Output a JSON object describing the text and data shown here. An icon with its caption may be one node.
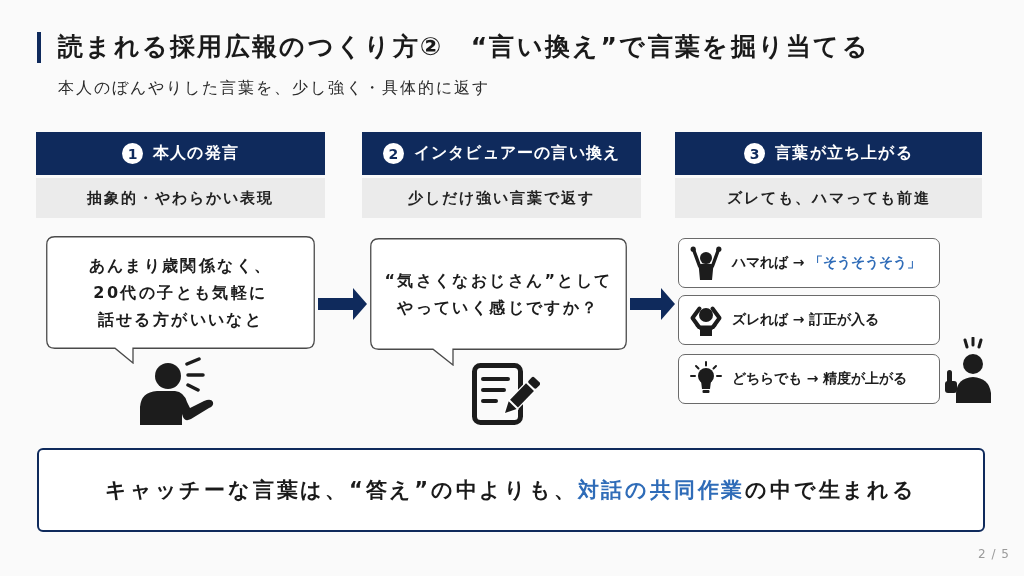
{
  "diagram": {
    "title": "読まれる採用広報のつくり方②　“言い換え”で言葉を掘り当てる",
    "nodes": [
      {
        "text": [
          "1",
          "本人の発言"
        ]
      },
      {
        "text": [
          "抽象的・やわらかい表現"
        ]
      },
      {
        "text": [
          "あんまり歳関係なく、20代の子とも気軽に話せる方がいいなと"
        ]
      },
      {
        "text": [
          "2",
          "インタビュアーの言い換え"
        ]
      },
      {
        "text": [
          "少しだけ強い言葉で返す"
        ]
      },
      {
        "text": [
          "“気さくなおじさん”としてやっていく感じですか？"
        ]
      },
      {
        "text": [
          "3",
          "言葉が立ち上がる"
        ]
      },
      {
        "text": [
          "ズレても、ハマっても前進"
        ]
      },
      {
        "text": [
          "ハマれば → *「そうそうそう」*"
        ]
      },
      {
        "text": [
          "ズレれば → 訂正が入る"
        ]
      },
      {
        "text": [
          "どちらでも → 精度が上がる"
        ]
      },
      {
        "text": [
          "キャッチーな言葉は、“答え”の中よりも、",
          "対話の共同作業",
          "の中で生まれる"
        ]
      }
    ],
    "edges": [
      {
        "from": 2,
        "to": 5,
        "arrow": "to"
      },
      {
        "from": 5,
        "to": 9,
        "arrow": "to"
      }
    ],
    "labels": [
      "本人のぼんやりした言葉を、少し強く・具体的に返す",
      "2 / 5"
    ]
  }
}
